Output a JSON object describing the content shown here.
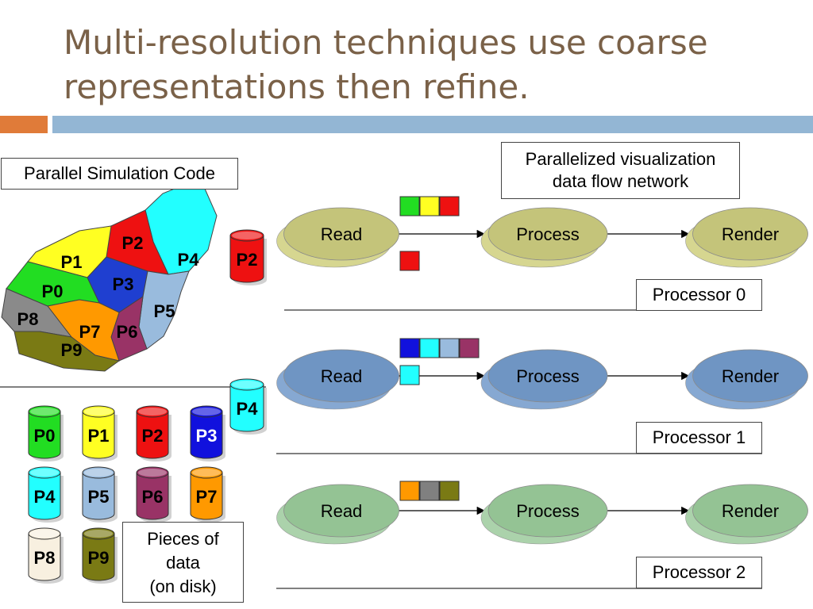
{
  "title": {
    "line1": "Multi-resolution techniques use coarse",
    "line2": "representations then refine."
  },
  "labels": {
    "simulation_code": "Parallel Simulation Code",
    "dataflow_line1": "Parallelized visualization",
    "dataflow_line2": "data flow network",
    "pieces_line1": "Pieces of",
    "pieces_line2": "data",
    "pieces_line3": "(on disk)"
  },
  "domain_pieces": [
    "P0",
    "P1",
    "P2",
    "P3",
    "P4",
    "P5",
    "P6",
    "P7",
    "P8",
    "P9"
  ],
  "disk_pieces": [
    {
      "label": "P0",
      "color": "#22dd22"
    },
    {
      "label": "P1",
      "color": "#ffff22"
    },
    {
      "label": "P2",
      "color": "#ee1111"
    },
    {
      "label": "P3",
      "color": "#1111dd"
    },
    {
      "label": "P4",
      "color": "#22ffff"
    },
    {
      "label": "P5",
      "color": "#99bbdd"
    },
    {
      "label": "P6",
      "color": "#993366"
    },
    {
      "label": "P7",
      "color": "#ff9900"
    },
    {
      "label": "P8",
      "color": "#f8f0e0"
    },
    {
      "label": "P9",
      "color": "#7a7a14"
    }
  ],
  "in_transit": [
    {
      "label": "P2",
      "color": "#ee1111"
    },
    {
      "label": "P4",
      "color": "#22ffff"
    }
  ],
  "processors": [
    {
      "name": "Processor 0",
      "stages": [
        "Read",
        "Process",
        "Render"
      ],
      "node_color": "#c4c47a",
      "node_shadow": "#d6d690",
      "queue": [
        "#22dd22",
        "#ffff22",
        "#ee1111"
      ],
      "current": "#ee1111"
    },
    {
      "name": "Processor 1",
      "stages": [
        "Read",
        "Process",
        "Render"
      ],
      "node_color": "#6f95c3",
      "node_shadow": "#86a8d2",
      "queue": [
        "#1111dd",
        "#22ffff",
        "#99bbdd",
        "#993366"
      ],
      "current": "#22ffff"
    },
    {
      "name": "Processor 2",
      "stages": [
        "Read",
        "Process",
        "Render"
      ],
      "node_color": "#94c394",
      "node_shadow": "#abd2ab",
      "queue": [
        "#ff9900",
        "#808080",
        "#7a7a14"
      ],
      "current": null
    }
  ],
  "colors": {
    "title": "#7a6148",
    "accent_orange": "#e07b39",
    "accent_blue": "#93b6d4"
  }
}
